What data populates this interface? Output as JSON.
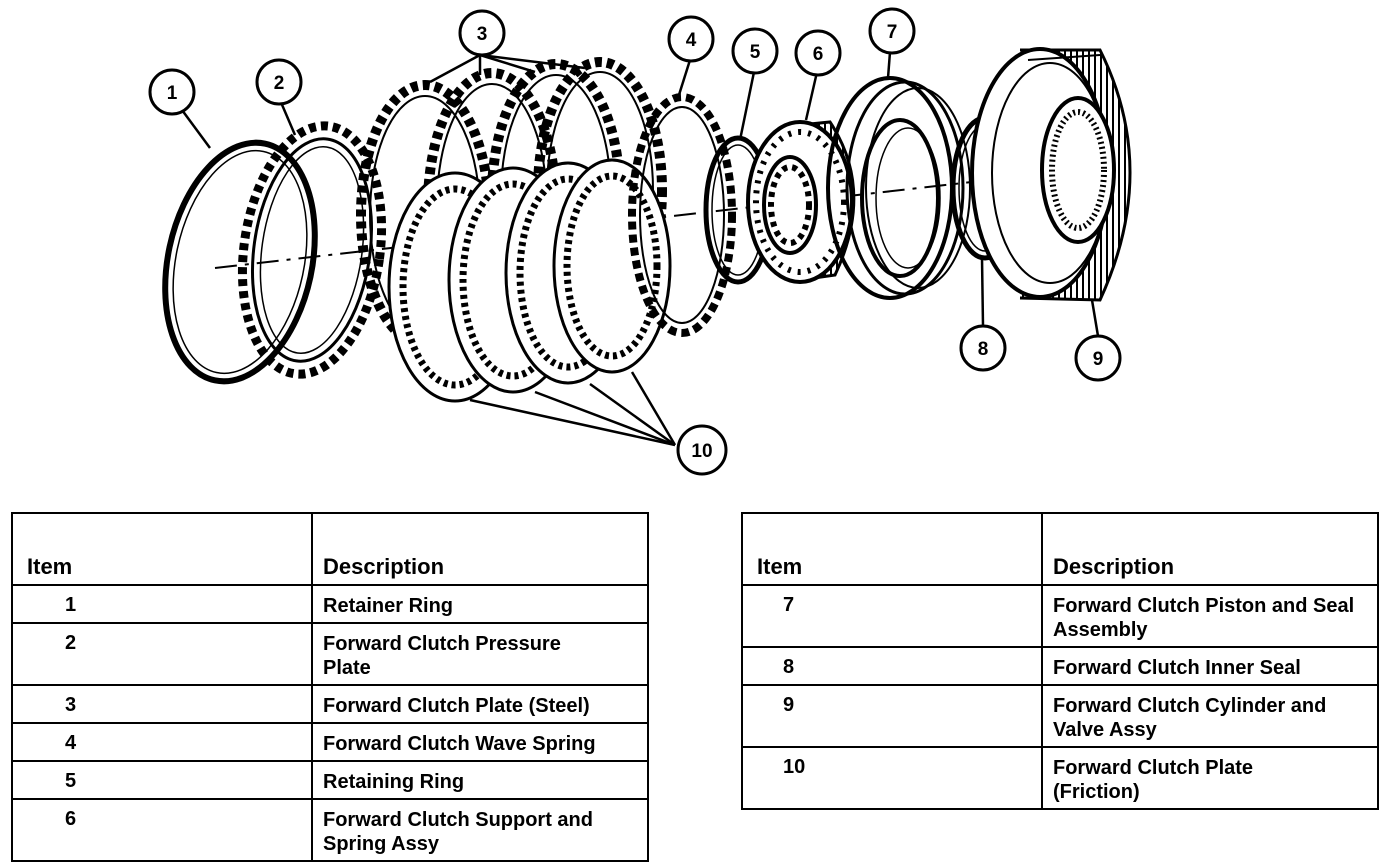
{
  "callouts": [
    "1",
    "2",
    "3",
    "4",
    "5",
    "6",
    "7",
    "8",
    "9",
    "10"
  ],
  "table_header": {
    "item": "Item",
    "description": "Description"
  },
  "left_table": [
    {
      "item": "1",
      "description": "Retainer Ring"
    },
    {
      "item": "2",
      "description": "Forward Clutch Pressure Plate"
    },
    {
      "item": "3",
      "description": "Forward Clutch Plate (Steel)"
    },
    {
      "item": "4",
      "description": "Forward Clutch Wave Spring"
    },
    {
      "item": "5",
      "description": "Retaining Ring"
    },
    {
      "item": "6",
      "description": "Forward Clutch Support and Spring Assy"
    }
  ],
  "right_table": [
    {
      "item": "7",
      "description": "Forward Clutch Piston and Seal Assembly"
    },
    {
      "item": "8",
      "description": "Forward Clutch Inner Seal"
    },
    {
      "item": "9",
      "description": "Forward Clutch Cylinder and Valve Assy"
    },
    {
      "item": "10",
      "description": "Forward Clutch Plate (Friction)"
    }
  ]
}
